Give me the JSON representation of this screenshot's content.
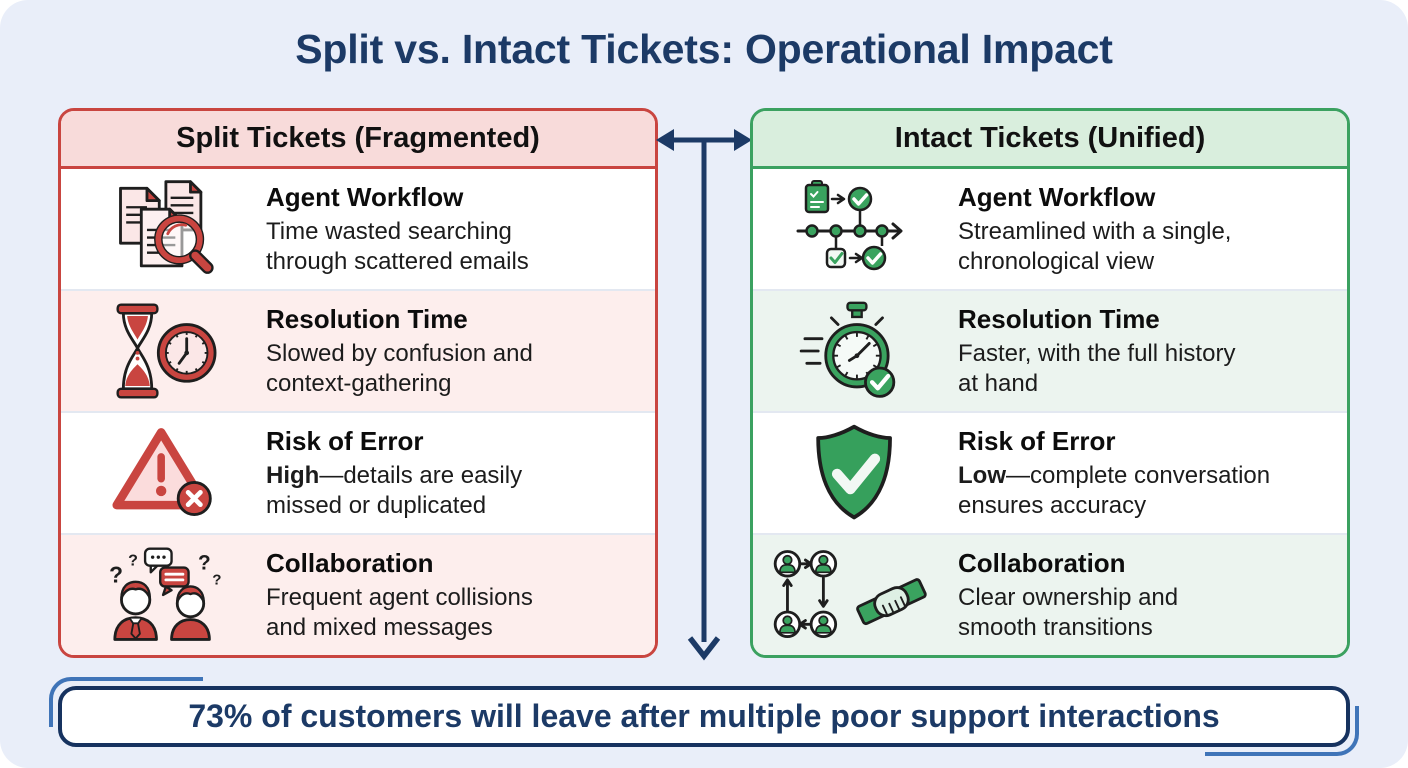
{
  "title": "Split vs. Intact Tickets: Operational Impact",
  "colors": {
    "background": "#e9eef9",
    "navy": "#1c3a66",
    "red_border": "#c94540",
    "red_header_bg": "#f8dbda",
    "red_row_bg": "#fdeeed",
    "green_border": "#3ba160",
    "green_header_bg": "#d9eedd",
    "green_row_bg": "#ecf4ef",
    "banner_accent_blue": "#3f74b8",
    "icon_red": "#c94540",
    "icon_green": "#3aa35f"
  },
  "left_panel": {
    "header": "Split Tickets (Fragmented)",
    "rows": [
      {
        "icon": "scattered-emails-magnifier-icon",
        "title": "Agent Workflow",
        "desc_lead": "",
        "desc": "Time wasted searching\nthrough scattered emails"
      },
      {
        "icon": "hourglass-clock-icon",
        "title": "Resolution Time",
        "desc_lead": "",
        "desc": "Slowed by confusion and\ncontext-gathering"
      },
      {
        "icon": "warning-error-icon",
        "title": "Risk of Error",
        "desc_lead": "High",
        "desc": "—details are easily\nmissed or duplicated"
      },
      {
        "icon": "confused-agents-icon",
        "title": "Collaboration",
        "desc_lead": "",
        "desc": "Frequent agent collisions\nand mixed messages"
      }
    ]
  },
  "right_panel": {
    "header": "Intact Tickets (Unified)",
    "rows": [
      {
        "icon": "chronological-timeline-icon",
        "title": "Agent Workflow",
        "desc_lead": "",
        "desc": "Streamlined with a single,\nchronological view"
      },
      {
        "icon": "fast-stopwatch-icon",
        "title": "Resolution Time",
        "desc_lead": "",
        "desc": "Faster, with the full history\nat hand"
      },
      {
        "icon": "shield-check-icon",
        "title": "Risk of Error",
        "desc_lead": "Low",
        "desc": "—complete conversation\nensures accuracy"
      },
      {
        "icon": "team-handshake-icon",
        "title": "Collaboration",
        "desc_lead": "",
        "desc": "Clear ownership and\nsmooth transitions"
      }
    ]
  },
  "connector": {
    "icons": [
      "double-headed-arrow-icon",
      "down-arrow-icon"
    ]
  },
  "stat_banner": {
    "text": "73% of customers will leave after multiple poor support interactions"
  }
}
